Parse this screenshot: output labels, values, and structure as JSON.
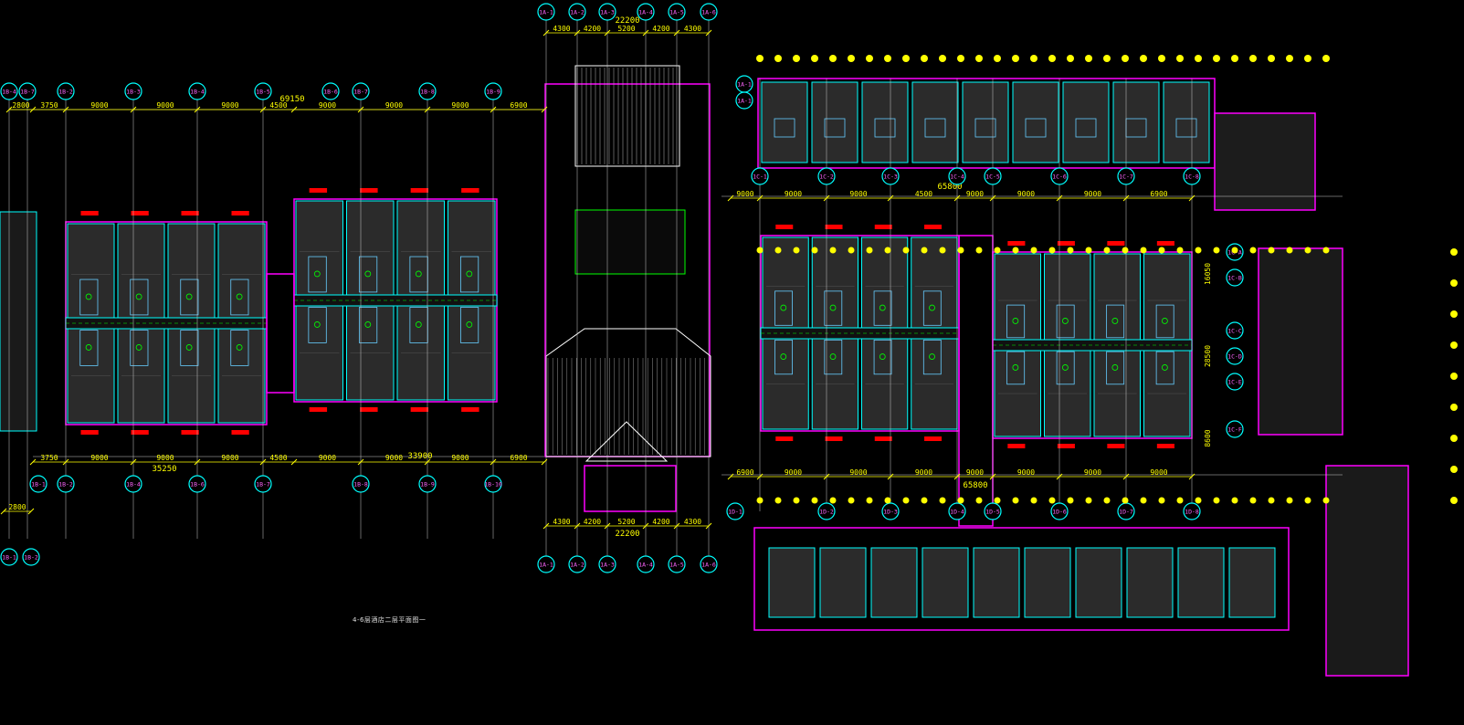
{
  "drawing": {
    "title": "4-6层酒店二层平面图一",
    "colors": {
      "background": "#000000",
      "dimension": "#ffff00",
      "axis_bubble": "#00ffff",
      "axis_text": "#ff66ff",
      "wall": "#00ffff",
      "outline": "#ff00ff",
      "green": "#00ff00",
      "white": "#ffffff",
      "red": "#ff0000",
      "orange": "#ff8000",
      "room_fill": "#2b2b2b"
    }
  },
  "axes": {
    "center_top": [
      "1A-1",
      "1A-2",
      "1A-3",
      "1A-4",
      "1A-5",
      "1A-6"
    ],
    "center_bottom": [
      "1A-1",
      "1A-2",
      "1A-3",
      "1A-4",
      "1A-5",
      "1A-6"
    ],
    "left_top": [
      "1B-4",
      "1B-7",
      "1B-2",
      "1B-3",
      "1B-4",
      "1B-5",
      "1B-6",
      "1B-7",
      "1B-8",
      "1B-9"
    ],
    "left_bottom": [
      "1B-1",
      "1B-2",
      "1B-4",
      "1B-6",
      "1B-7",
      "1B-8",
      "1B-9",
      "1B-10"
    ],
    "left_foot": [
      "1B-1",
      "1B-2"
    ],
    "right_mid": [
      "1C-1",
      "1C-2",
      "1C-3",
      "1C-4",
      "1C-5",
      "1C-6",
      "1C-7",
      "1C-8"
    ],
    "right_low": [
      "1D-1",
      "1D-2",
      "1D-3",
      "1D-4",
      "1D-5",
      "1D-6",
      "1D-7",
      "1D-8"
    ],
    "right_top_left": [
      "1A-1",
      "1A-1"
    ],
    "right_column": [
      "1C-A",
      "1C-B",
      "1C-C",
      "1C-D",
      "1C-E",
      "1C-F"
    ]
  },
  "dimensions": {
    "center_top_total": "22200",
    "center_top_segments": [
      "4300",
      "4200",
      "5200",
      "4200",
      "4300"
    ],
    "center_bottom_total": "22200",
    "center_bottom_segments": [
      "4300",
      "4200",
      "5200",
      "4200",
      "4300"
    ],
    "left_overall": "69150",
    "left_top_segments": [
      "2800",
      "3750",
      "9000",
      "9000",
      "9000",
      "4500",
      "9000",
      "9000",
      "9000",
      "6900"
    ],
    "left_bottom_segments": [
      "3750",
      "9000",
      "9000",
      "9000",
      "4500",
      "9000",
      "9000",
      "9000",
      "6900"
    ],
    "left_bottom_totals": [
      "35250",
      "33900"
    ],
    "left_foot": "2800",
    "right_top_total": "65800",
    "right_top_segments": [
      "9000",
      "9000",
      "9000",
      "4500",
      "9000",
      "9000",
      "9000",
      "6900"
    ],
    "right_mid_total": "65800",
    "right_mid_segments": [
      "6900",
      "9000",
      "9000",
      "9000",
      "9000",
      "9000",
      "9000",
      "9000"
    ],
    "right_vertical": [
      "16050",
      "28500",
      "8600"
    ]
  }
}
